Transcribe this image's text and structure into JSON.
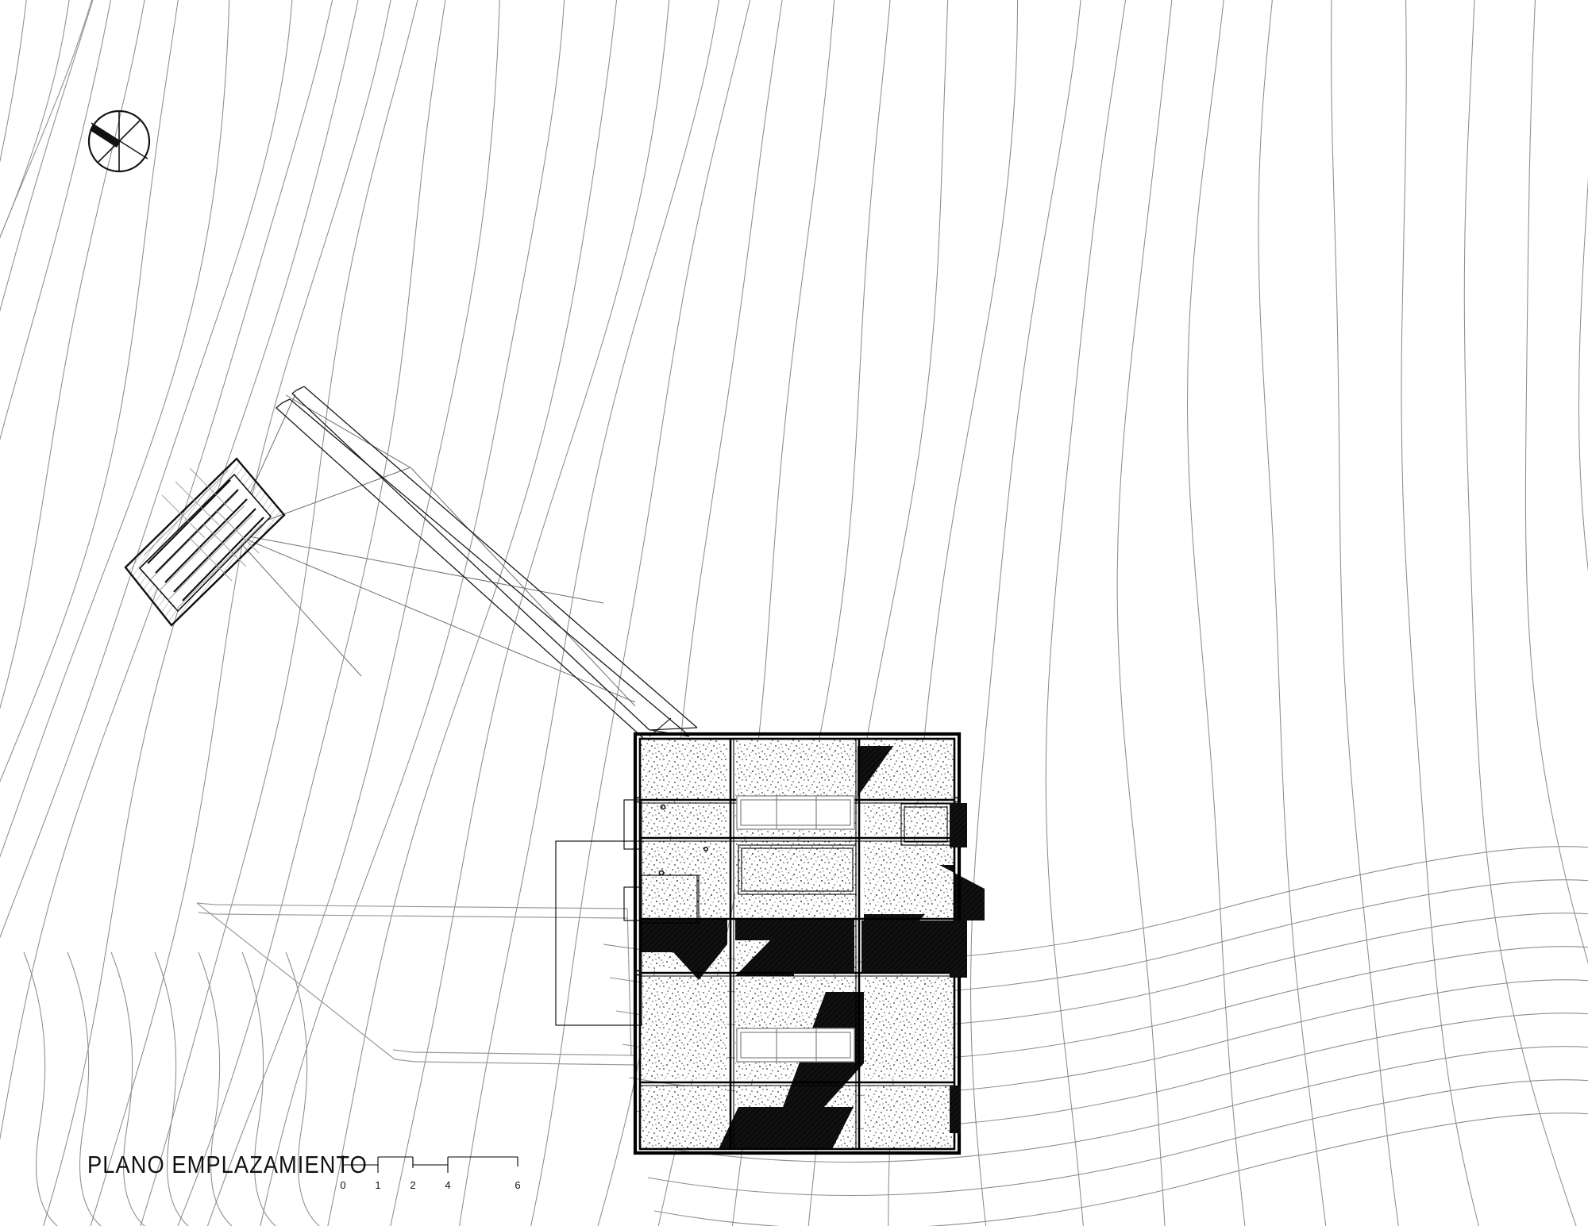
{
  "sheet": {
    "title": "PLANO EMPLAZAMIENTO",
    "background_color": "#ffffff",
    "line_color": "#8d8d8d",
    "ink_color": "#000000"
  },
  "scale_bar": {
    "name": "graphic-scale-bar",
    "ticks": [
      "0",
      "1",
      "2",
      "4",
      "6"
    ],
    "unit_implied": "metros",
    "segments": 4
  },
  "north_arrow": {
    "name": "north-arrow",
    "label": "",
    "style": "circle-with-crossed-axes-and-filled-wedge"
  },
  "site": {
    "terrain": {
      "name": "topographic-contours",
      "description": "Curvas de nivel",
      "contour_count": 46,
      "color": "#8d8d8d"
    },
    "access_road": {
      "name": "access-road",
      "description": "Camino de acceso",
      "color": "#9a9a9a"
    },
    "ramp": {
      "name": "access-ramp",
      "description": "Rampa / pasarela de acceso"
    },
    "parking": {
      "name": "parking-area",
      "description": "Estacionamiento",
      "bays": 6,
      "hatch": "diagonal"
    }
  },
  "building": {
    "name": "main-building",
    "description": "Planta de cubierta",
    "grid_columns": 3,
    "grid_rows": 5,
    "fill_texture": "stipple",
    "skylights": 2,
    "shadow_voids": 6,
    "side_projections": 4
  },
  "chart_data": {
    "type": "table",
    "title": "PLANO EMPLAZAMIENTO",
    "categories": [
      "0",
      "1",
      "2",
      "4",
      "6"
    ],
    "values": [
      0,
      1,
      2,
      4,
      6
    ],
    "xlabel": "",
    "ylabel": ""
  }
}
